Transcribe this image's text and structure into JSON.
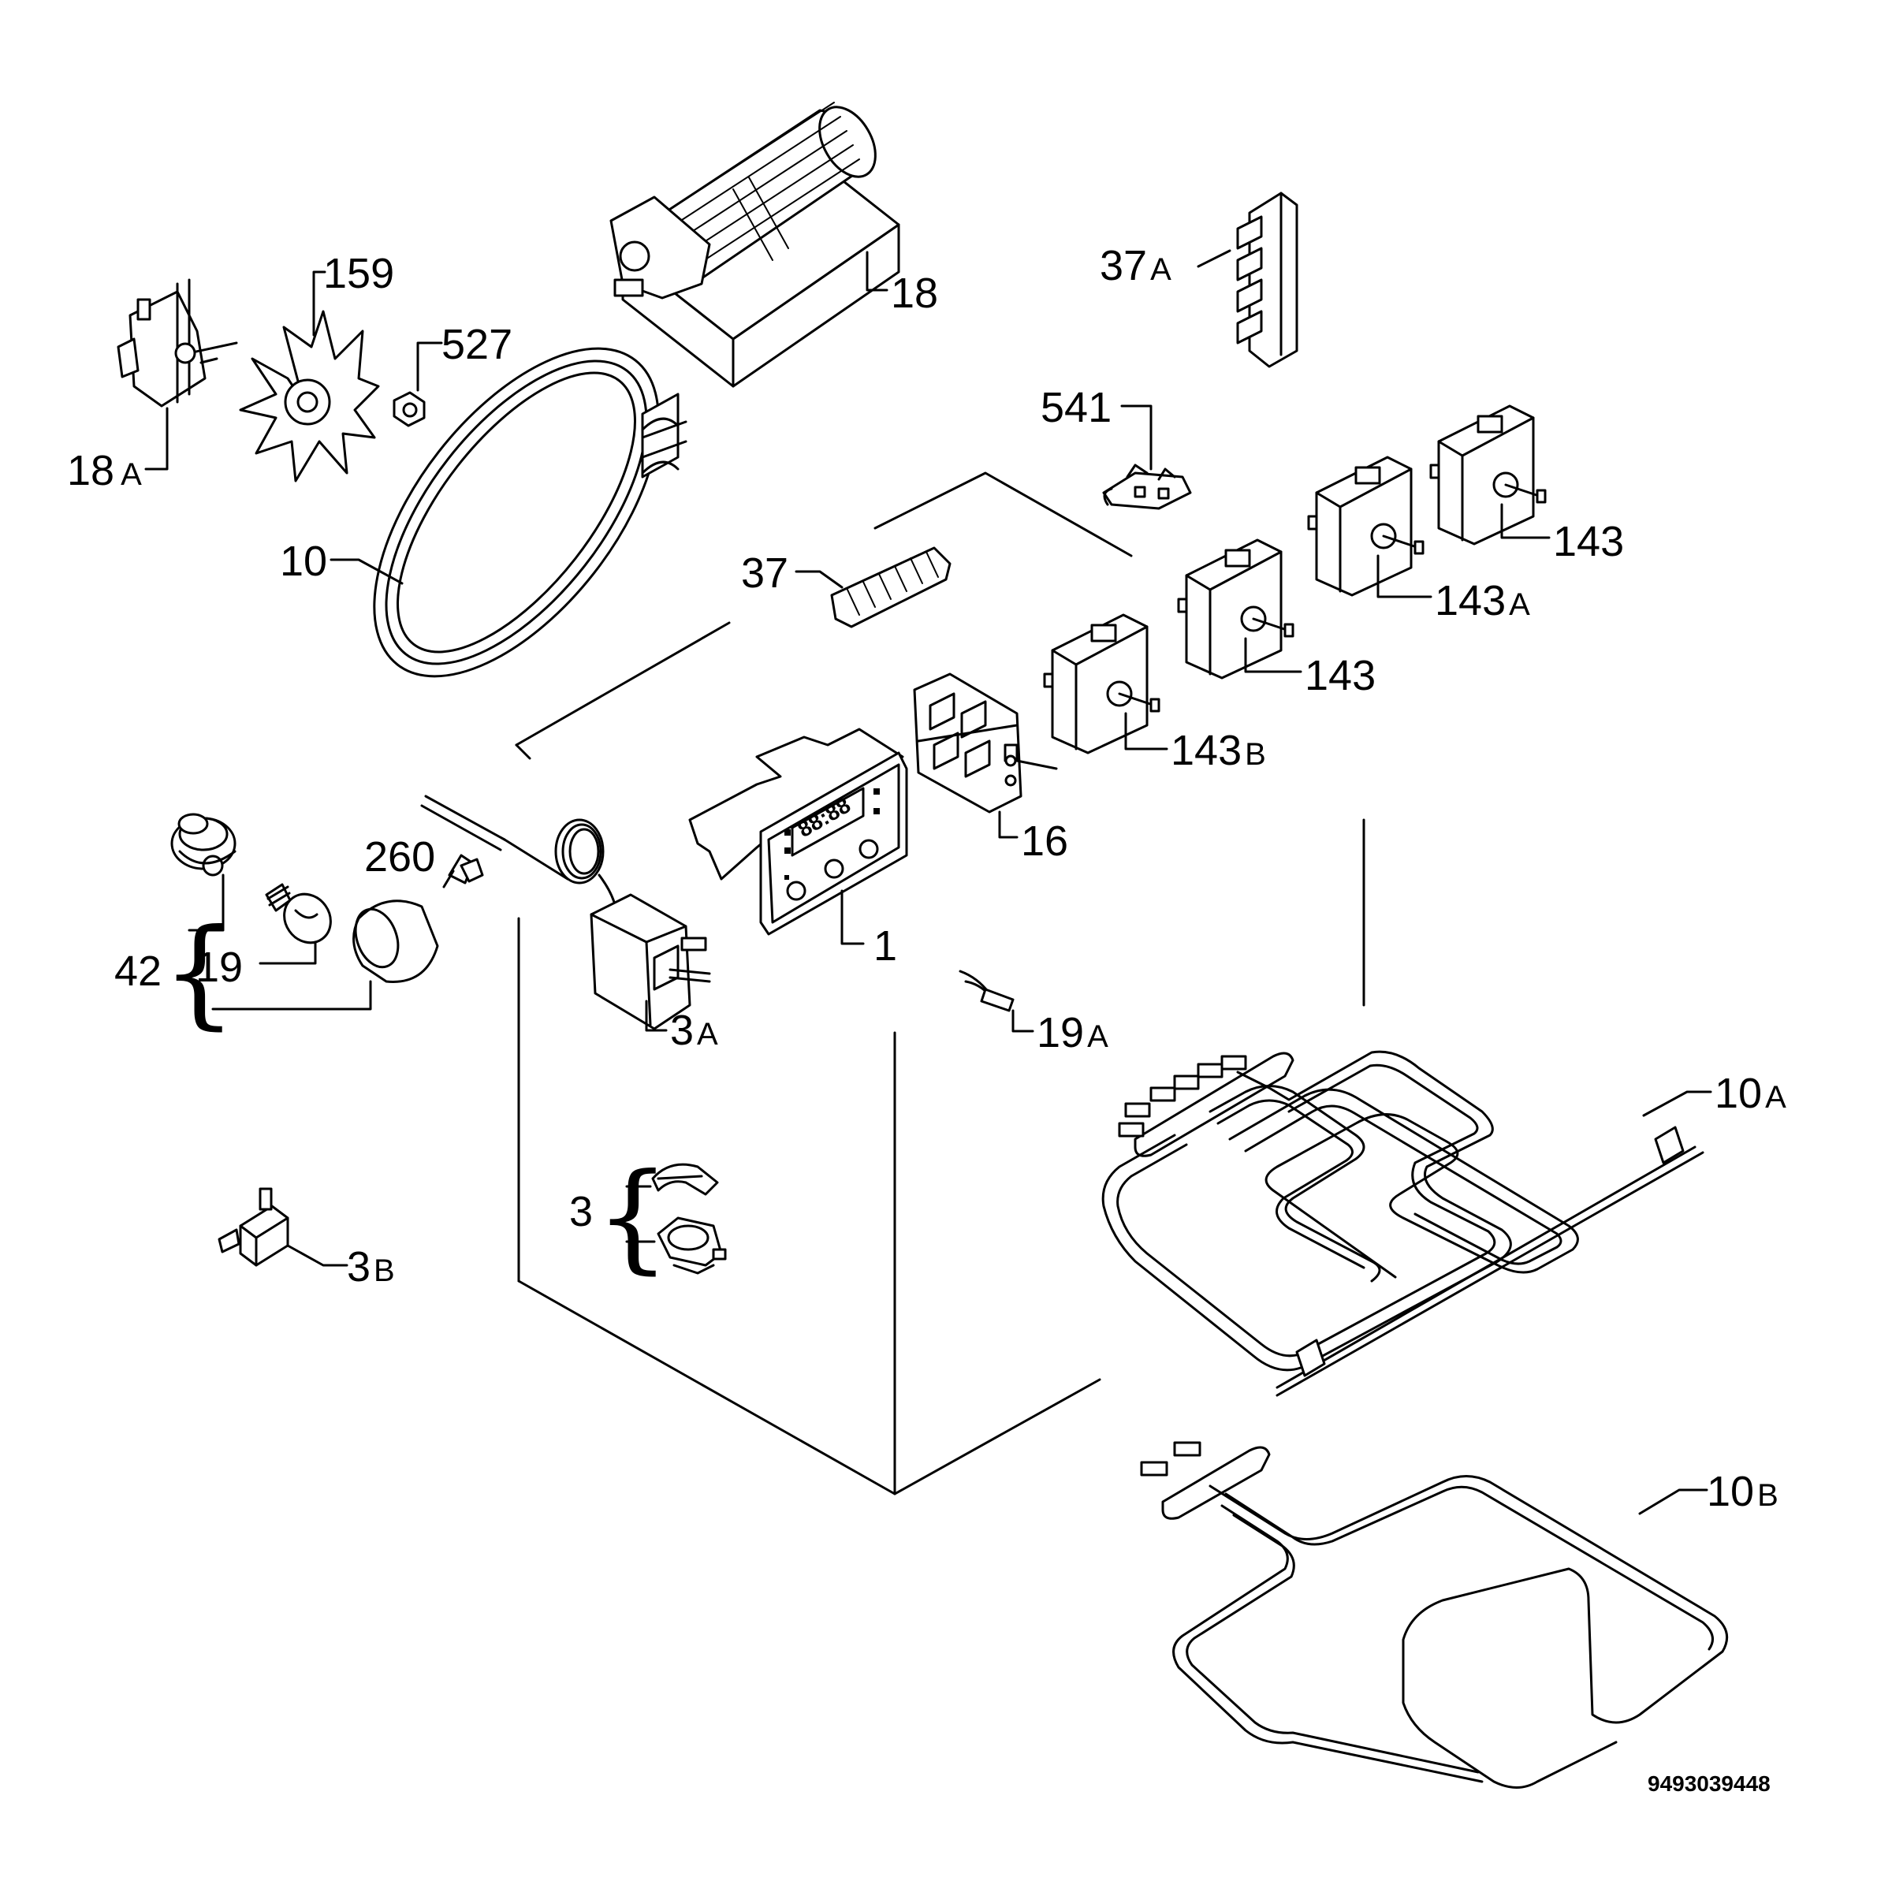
{
  "callouts": {
    "c1": {
      "num": "1",
      "suf": ""
    },
    "c3": {
      "num": "3",
      "suf": ""
    },
    "c3a": {
      "num": "3",
      "suf": "A"
    },
    "c3b": {
      "num": "3",
      "suf": "B"
    },
    "c10": {
      "num": "10",
      "suf": ""
    },
    "c10a": {
      "num": "10",
      "suf": "A"
    },
    "c10b": {
      "num": "10",
      "suf": "B"
    },
    "c16": {
      "num": "16",
      "suf": ""
    },
    "c18": {
      "num": "18",
      "suf": ""
    },
    "c18a": {
      "num": "18",
      "suf": "A"
    },
    "c19": {
      "num": "19",
      "suf": ""
    },
    "c19a": {
      "num": "19",
      "suf": "A"
    },
    "c37": {
      "num": "37",
      "suf": ""
    },
    "c37a": {
      "num": "37",
      "suf": "A"
    },
    "c42": {
      "num": "42",
      "suf": ""
    },
    "c143_1": {
      "num": "143",
      "suf": ""
    },
    "c143_2": {
      "num": "143",
      "suf": ""
    },
    "c143a": {
      "num": "143",
      "suf": "A"
    },
    "c143b": {
      "num": "143",
      "suf": "B"
    },
    "c159": {
      "num": "159",
      "suf": ""
    },
    "c260": {
      "num": "260",
      "suf": ""
    },
    "c527": {
      "num": "527",
      "suf": ""
    },
    "c541": {
      "num": "541",
      "suf": ""
    }
  },
  "reference_number": "9493039448",
  "timer_display": "88:88"
}
